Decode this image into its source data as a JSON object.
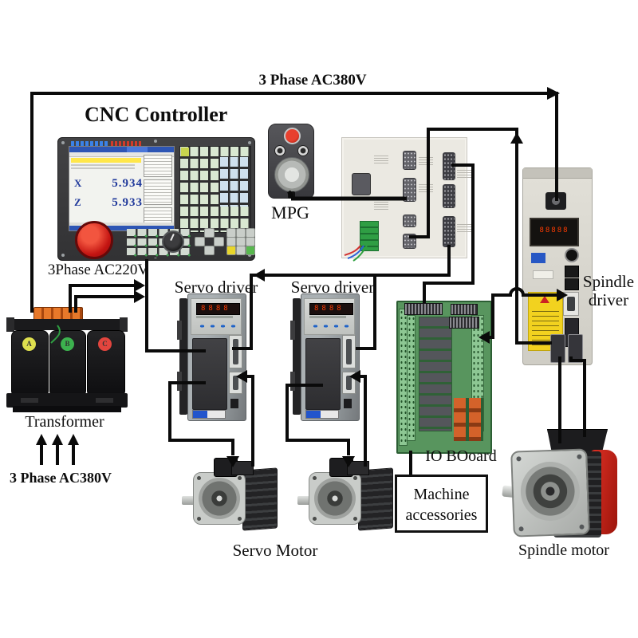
{
  "labels": {
    "top_power": "3 Phase AC380V",
    "controller_title": "CNC Controller",
    "mpg": "MPG",
    "ac220": "3Phase AC220V",
    "servo_driver": "Servo driver",
    "transformer": "Transformer",
    "bottom_power": "3 Phase AC380V",
    "servo_motor": "Servo Motor",
    "io_board": "IO BOoard",
    "machine_accessories_1": "Machine",
    "machine_accessories_2": "accessories",
    "spindle_driver_1": "Spindle",
    "spindle_driver_2": "driver",
    "spindle_motor": "Spindle motor"
  },
  "controller_screen": {
    "x_label": "X",
    "x_value": "5.934",
    "z_label": "Z",
    "z_value": "5.933"
  },
  "device_text": {
    "servo_display": "8888",
    "spindle_display": "88888",
    "transformer_phases": [
      "A",
      "B",
      "C"
    ]
  },
  "colors": {
    "wire": "#0a0a0a",
    "estop_red": "#c41512",
    "pcb_green": "#58955e",
    "relay_orange": "#d4622a",
    "warning_yellow": "#f2d21f",
    "lcd_blue": "#2d55b4"
  }
}
